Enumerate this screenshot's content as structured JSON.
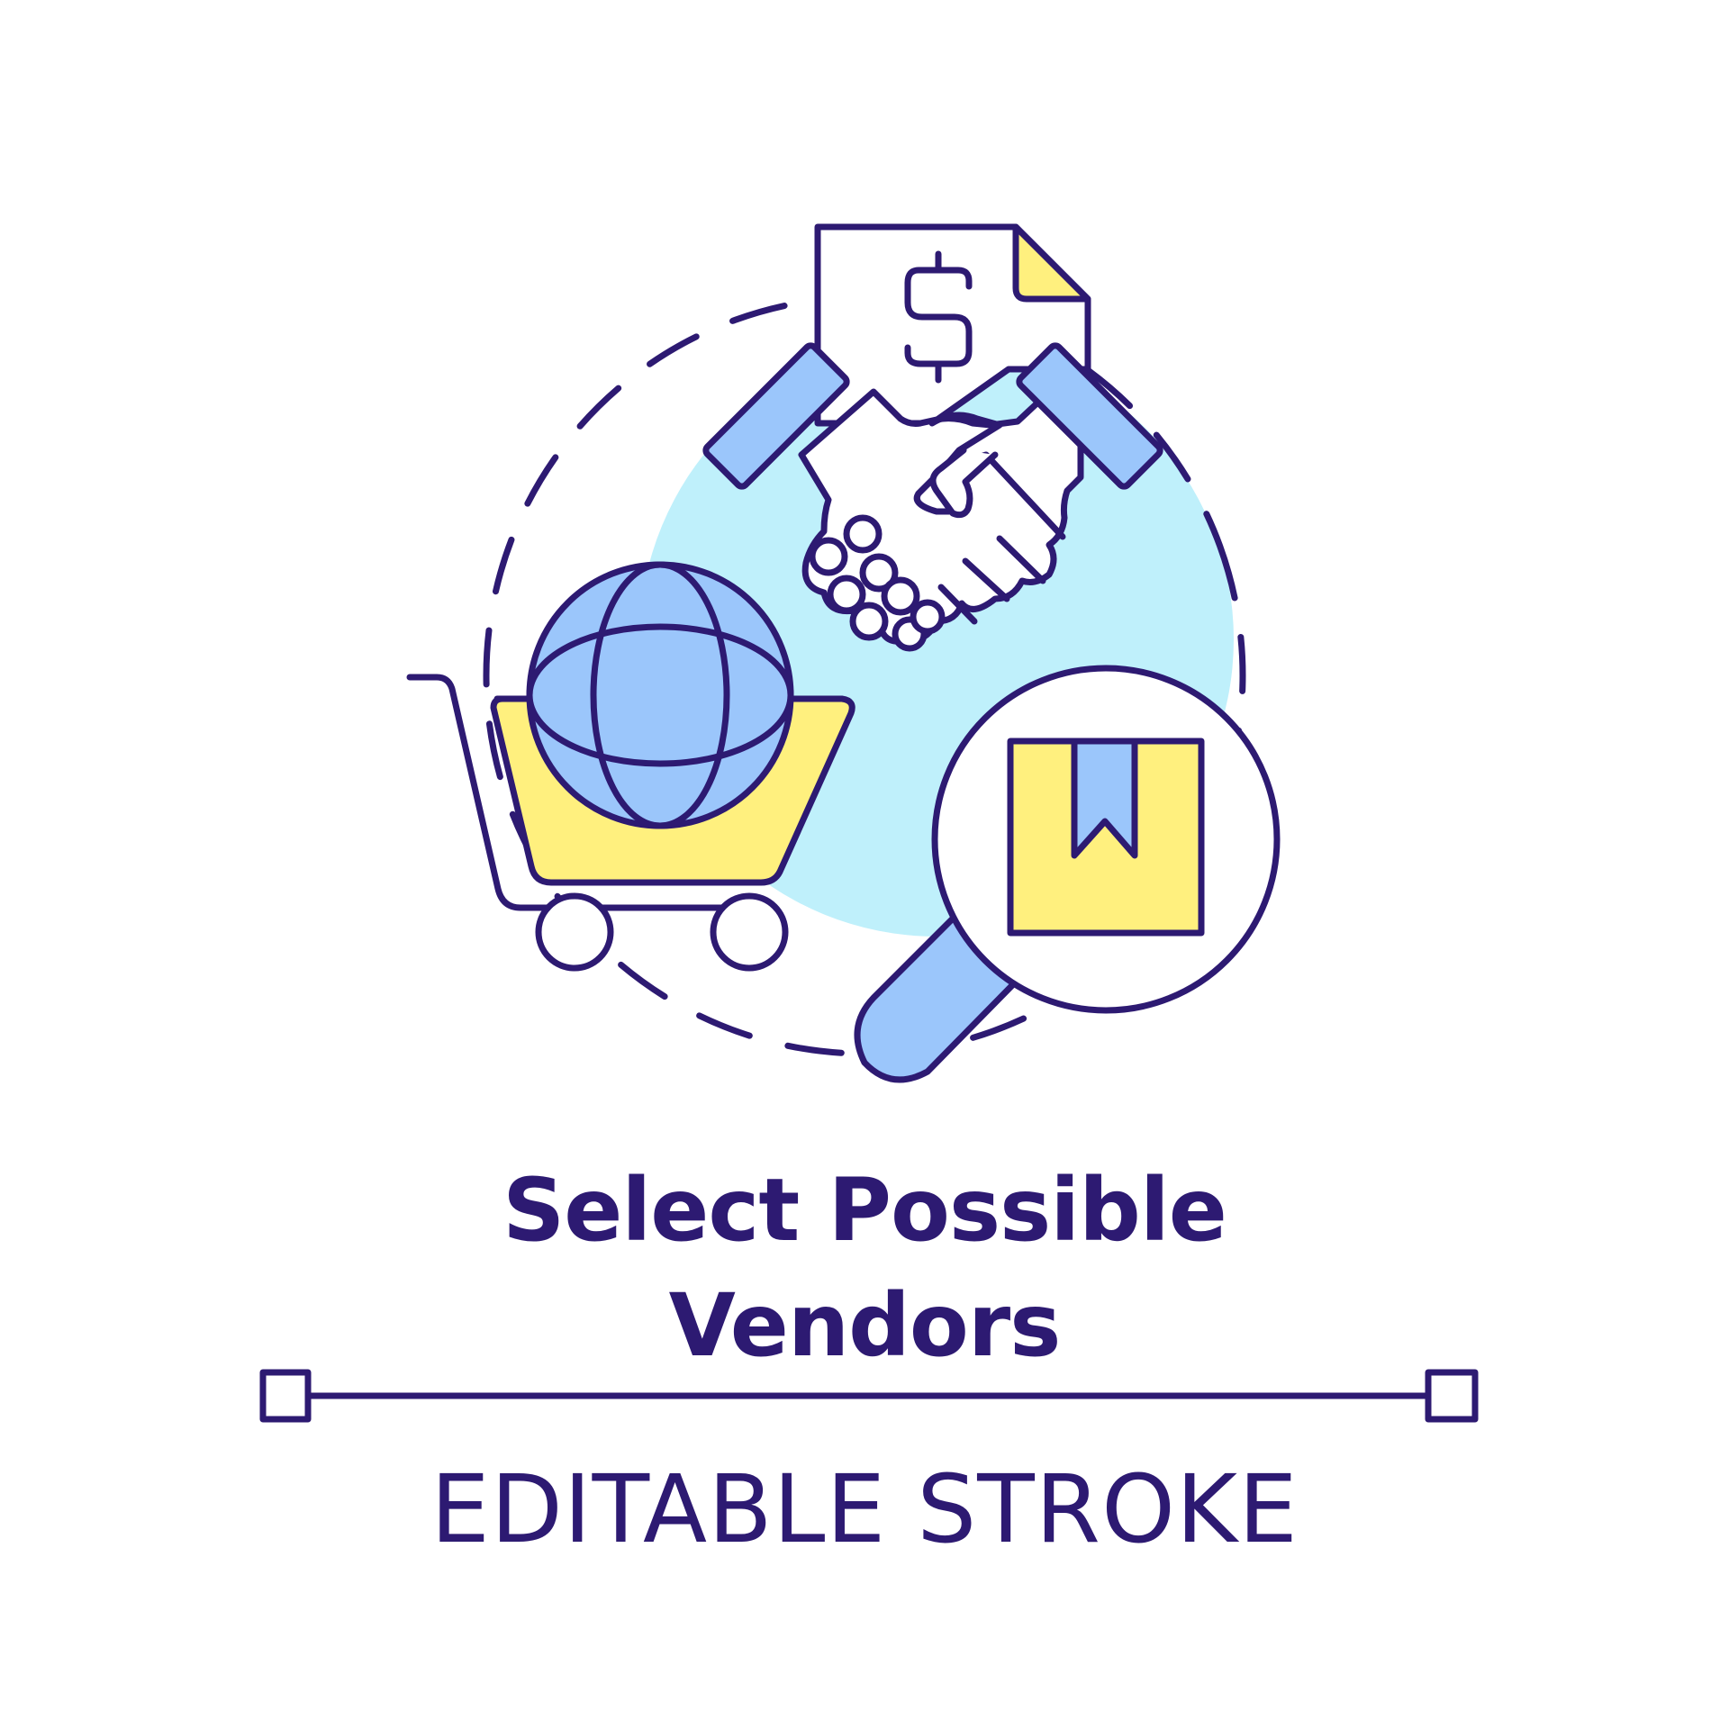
{
  "title": {
    "line1": "Select Possible",
    "line2": "Vendors"
  },
  "subtitle": "EDITABLE STROKE",
  "icons": [
    "invoice-dollar-icon",
    "handshake-icon",
    "shopping-cart-icon",
    "globe-icon",
    "magnifier-icon",
    "package-box-icon"
  ],
  "colors": {
    "stroke": "#2d1a72",
    "light_blue": "#9bc6fb",
    "yellow": "#fff07e",
    "background_circle": "#bff0fb",
    "white": "#ffffff"
  }
}
